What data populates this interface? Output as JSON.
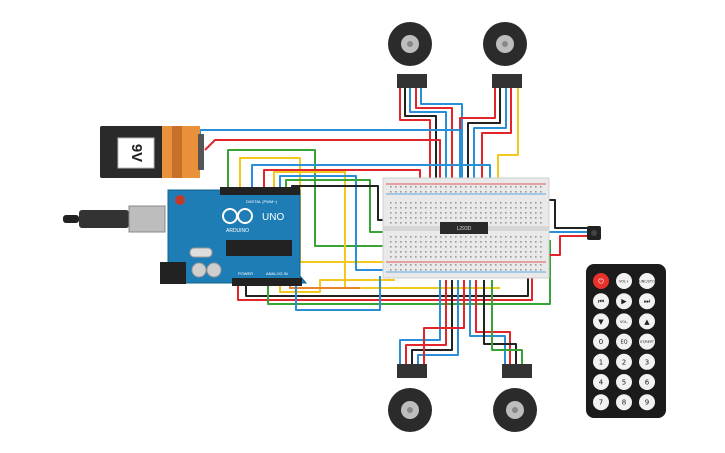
{
  "battery": {
    "label": "9V"
  },
  "arduino": {
    "model": "UNO",
    "brand": "ARDUINO",
    "digital_label": "DIGITAL (PWM~)",
    "power_label": "POWER",
    "analog_label": "ANALOG IN"
  },
  "chip": {
    "label": "L293D"
  },
  "remote": {
    "rows": [
      [
        "power-icon",
        "VOL+",
        "FUNC/STOP"
      ],
      [
        "rewind-icon",
        "play-pause-icon",
        "fast-forward-icon"
      ],
      [
        "down-icon",
        "VOL-",
        "up-icon"
      ],
      [
        "0",
        "EQ",
        "ST/REPT"
      ],
      [
        "1",
        "2",
        "3"
      ],
      [
        "4",
        "5",
        "6"
      ],
      [
        "7",
        "8",
        "9"
      ]
    ]
  },
  "colors": {
    "wire_red": "#e0262b",
    "wire_blue": "#2b8fd8",
    "wire_yellow": "#f2c71e",
    "wire_green": "#3aa335",
    "wire_black": "#222222",
    "wire_orange": "#e8832a",
    "arduino": "#1f7db5",
    "remote": "#1b1b1b",
    "power_button": "#e8312a"
  }
}
